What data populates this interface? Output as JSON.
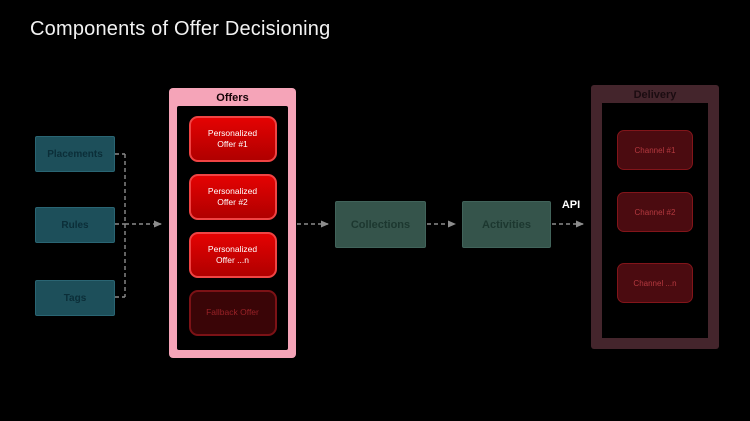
{
  "title": "Components of Offer Decisioning",
  "left_inputs": [
    {
      "label": "Placements"
    },
    {
      "label": "Rules"
    },
    {
      "label": "Tags"
    }
  ],
  "offers": {
    "label": "Offers",
    "items": [
      {
        "label": "Personalized Offer #1"
      },
      {
        "label": "Personalized Offer #2"
      },
      {
        "label": "Personalized Offer ...n"
      }
    ],
    "fallback": {
      "label": "Fallback Offer"
    }
  },
  "pipeline": {
    "collections": {
      "label": "Collections"
    },
    "activities": {
      "label": "Activities"
    },
    "api_label": "API"
  },
  "delivery": {
    "label": "Delivery",
    "channels": [
      {
        "label": "Channel #1"
      },
      {
        "label": "Channel #2"
      },
      {
        "label": "Channel ...n"
      }
    ]
  },
  "colors": {
    "background": "#000000",
    "title_text": "#f2f2f2",
    "input_box_fill": "#1d4f5a",
    "input_box_text": "#0b2e38",
    "offers_frame": "#f5a4b8",
    "offer_fill": "#d40000",
    "offer_border": "#f04343",
    "offer_text": "#ffffff",
    "fallback_fill": "#3a0507",
    "fallback_border": "#7c1216",
    "fallback_text": "#992227",
    "pipeline_fill": "#35544b",
    "pipeline_text": "#1c372f",
    "delivery_frame": "#44252c",
    "channel_fill": "#4b0b10",
    "channel_border": "#82151a",
    "channel_text": "#b4393f",
    "connector": "#8c8c8c"
  }
}
